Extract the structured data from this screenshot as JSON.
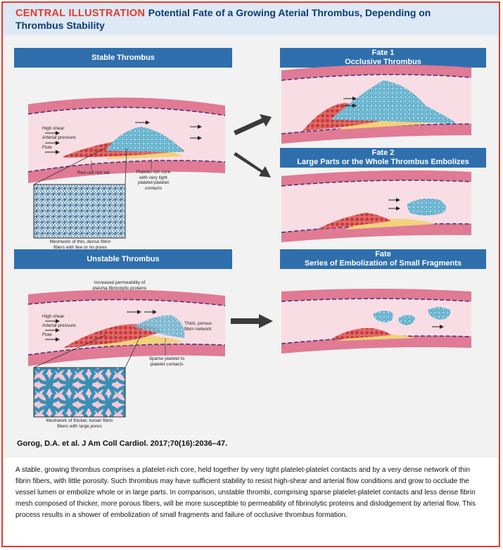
{
  "header": {
    "kicker": "CENTRAL ILLUSTRATION",
    "title_line1": "Potential Fate of a Growing Aterial Thrombus, Depending on",
    "title_line2": "Thrombus Stability"
  },
  "panels": {
    "stable": {
      "title": "Stable Thrombus"
    },
    "fate1": {
      "line1": "Fate 1",
      "line2": "Occlusive Thrombus"
    },
    "fate2": {
      "line1": "Fate 2",
      "line2": "Large Parts or the Whole Thrombus Embolizes"
    },
    "unstable": {
      "title": "Unstable Thrombus"
    },
    "fate3": {
      "line1": "Fate",
      "line2": "Series of Embolization of Small Fragments"
    }
  },
  "labels": {
    "high_shear": "High shear",
    "arterial_pressure": "Arterial pressure",
    "flow": "Flow",
    "red_cell_tail": "Red cell rich tail",
    "platelet_core_1": "Platelet rich core",
    "platelet_core_2": "with very tight",
    "platelet_core_3": "platelet-platelet contacts",
    "mesh_thin_1": "Meshwork of thin, dense fibrin",
    "mesh_thin_2": "fibers with few or no pores",
    "permeability_1": "Increased permeability of",
    "permeability_2": "plasma fibrinolytic proteins",
    "thick_porous_1": "Thick, porous",
    "thick_porous_2": "fibrin network",
    "sparse_1": "Sparse platelet to",
    "sparse_2": "platelet contacts",
    "mesh_thick_1": "Meshwork of thicker, looser fibrin",
    "mesh_thick_2": "fibers with large pores"
  },
  "citation": "Gorog, D.A. et al. J Am Coll Cardiol. 2017;70(16):2036–47.",
  "caption": "A stable, growing thrombus comprises a platelet-rich core, held together by very tight platelet-platelet contacts and by a very dense network of thin fibrin fibers, with little porosity. Such thrombus may have sufficient stability to resist high-shear and arterial flow conditions and grow to occlude the vessel lumen or embolize whole or in large parts. In comparison, unstable thrombi, comprising sparse platelet-platelet contacts and less dense fibrin mesh composed of thicker, more porous fibers, will be more susceptible to permeability of fibrinolytic proteins and dislodgement by arterial flow. This process results in a shower of embolization of small fragments and failure of occlusive thrombus formation.",
  "colors": {
    "accent_red": "#e8392b",
    "navy": "#0e3a73",
    "bar_blue": "#2f6fad",
    "vessel_wall": "#e07a95",
    "lumen": "#f8dde4",
    "plaque": "#f2d27a",
    "platelet": "#5fb3d0",
    "red_cell": "#c93a3a"
  }
}
